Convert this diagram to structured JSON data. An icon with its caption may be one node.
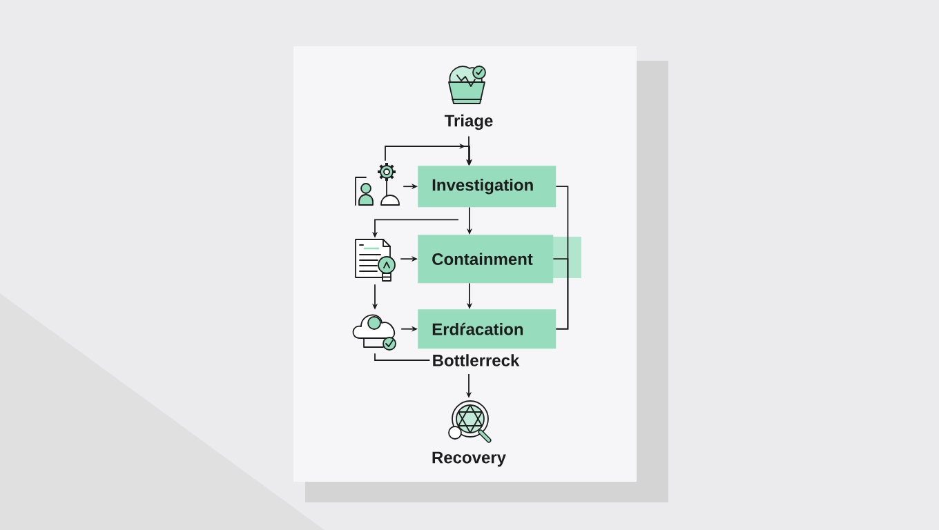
{
  "diagram": {
    "nodes": [
      {
        "text": [
          "Triage"
        ]
      },
      {
        "text": [],
        "shape": "picture"
      },
      {
        "text": [
          "Investigation"
        ]
      },
      {
        "text": [],
        "shape": "picture"
      },
      {
        "text": [
          "Containment"
        ]
      },
      {
        "text": [],
        "shape": "picture"
      },
      {
        "text": [
          "Erdŕacation"
        ]
      },
      {
        "text": [
          "Bottlerreck"
        ]
      },
      {
        "text": [],
        "shape": "picture",
        "beside": [
          "Recovery"
        ]
      }
    ],
    "edges": [
      {
        "from": 0,
        "to": 2,
        "arrow": "to"
      },
      {
        "from": 1,
        "to": 2,
        "arrow": "to"
      },
      {
        "from": 1,
        "to": 2,
        "arrow": "to"
      },
      {
        "from": 2,
        "to": 3,
        "arrow": "to"
      },
      {
        "from": 2,
        "to": 4,
        "arrow": "to"
      },
      {
        "from": 3,
        "to": 4,
        "arrow": "to"
      },
      {
        "from": 3,
        "to": 5,
        "arrow": "to"
      },
      {
        "from": 4,
        "to": 6,
        "arrow": "to"
      },
      {
        "from": 5,
        "to": 6,
        "arrow": "to"
      },
      {
        "from": 5,
        "to": 7,
        "arrow": "none"
      },
      {
        "from": 7,
        "to": 8,
        "arrow": "to"
      },
      {
        "from": 2,
        "to": 6,
        "arrow": "none"
      },
      {
        "from": 4,
        "to": 6,
        "arrow": "none"
      }
    ]
  }
}
